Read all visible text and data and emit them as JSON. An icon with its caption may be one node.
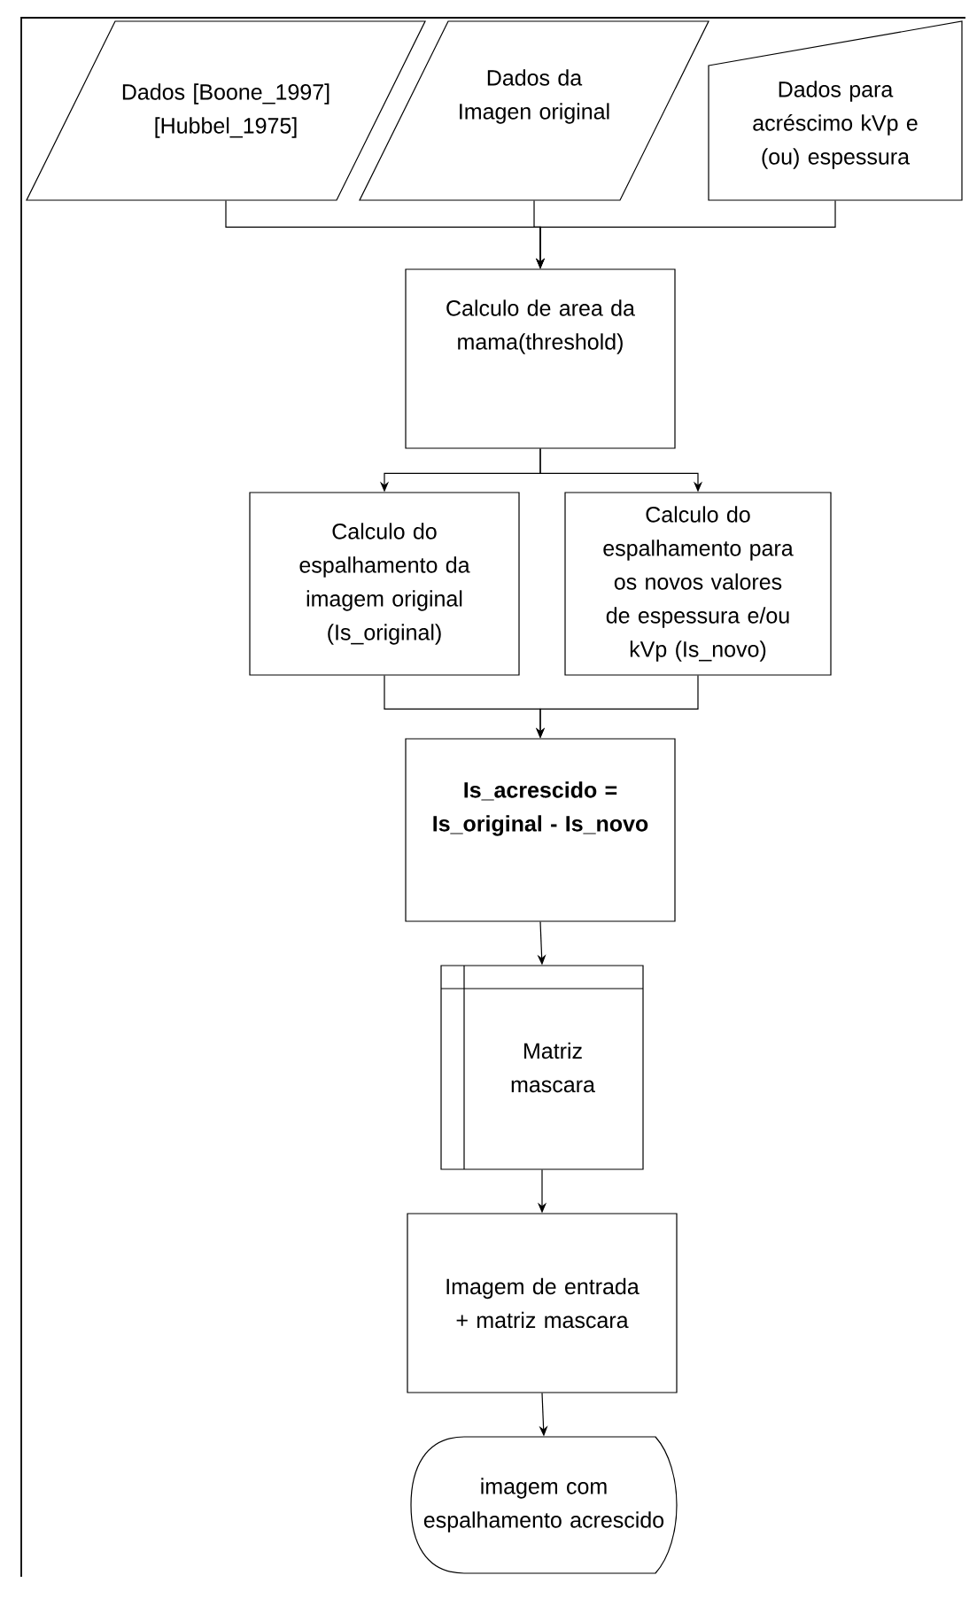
{
  "diagram": {
    "nodes": [
      {
        "text": [
          "Dados [Boone_1997] [Hubbel_1975]"
        ]
      },
      {
        "text": [
          "Dados da Imagen original"
        ]
      },
      {
        "text": [
          "Dados para acréscimo kVp e (ou) espessura"
        ]
      },
      {
        "text": [
          "Calculo de area da mama(threshold)"
        ]
      },
      {
        "text": [
          "Calculo do espalhamento da imagem original (Is_original)"
        ]
      },
      {
        "text": [
          "Calculo do espalhamento para os novos valores de espessura e/ou kVp (Is_novo)"
        ]
      },
      {
        "text": [
          "Is_acrescido = Is_original - Is_novo"
        ]
      },
      {
        "text": [
          "Matriz mascara"
        ]
      },
      {
        "text": [
          "Imagem de entrada + matriz mascara"
        ]
      },
      {
        "text": [
          "imagem com espalhamento acrescido"
        ]
      }
    ],
    "edges": [
      {
        "from": 0,
        "to": 3,
        "arrow": "to"
      },
      {
        "from": 1,
        "to": 3,
        "arrow": "to"
      },
      {
        "from": 2,
        "to": 3,
        "arrow": "to"
      },
      {
        "from": 3,
        "to": 4,
        "arrow": "to"
      },
      {
        "from": 3,
        "to": 5,
        "arrow": "to"
      },
      {
        "from": 4,
        "to": 6,
        "arrow": "to"
      },
      {
        "from": 5,
        "to": 6,
        "arrow": "to"
      },
      {
        "from": 6,
        "to": 7,
        "arrow": "to"
      },
      {
        "from": 7,
        "to": 8,
        "arrow": "to"
      },
      {
        "from": 8,
        "to": 9,
        "arrow": "to"
      }
    ]
  }
}
